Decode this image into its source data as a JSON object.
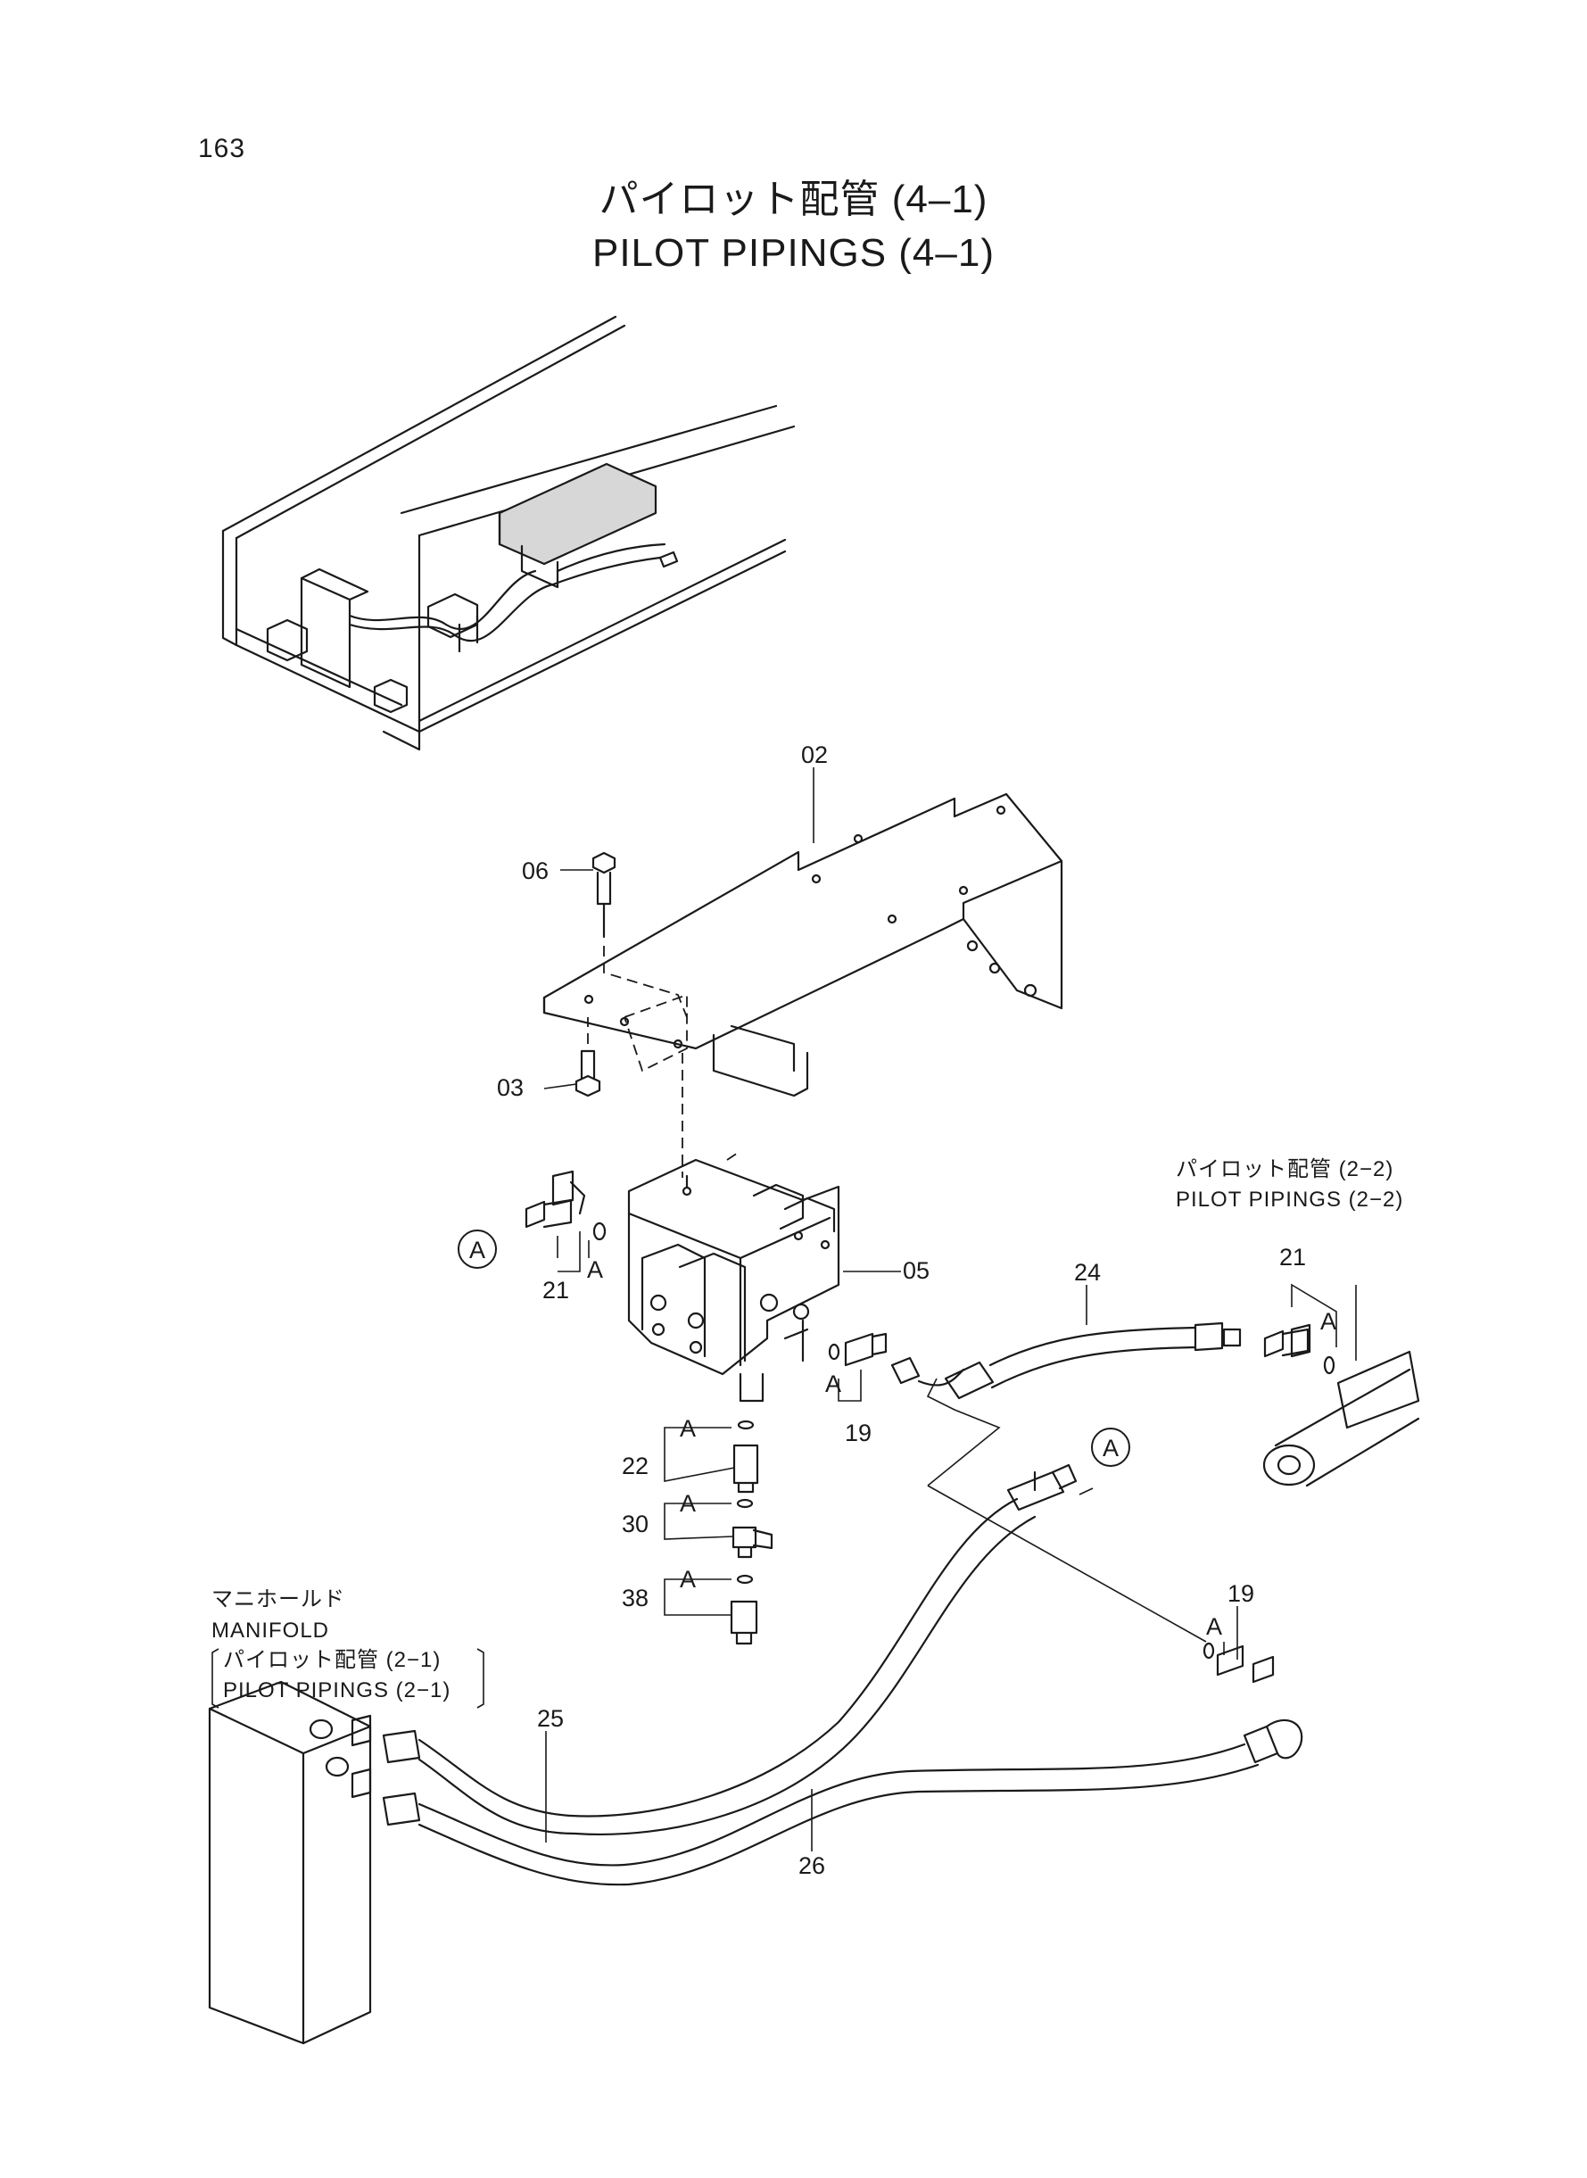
{
  "page_number": "163",
  "title_jp": "パイロット配管 (4–1)",
  "title_en": "PILOT PIPINGS (4–1)",
  "part_labels": {
    "p02": "02",
    "p06": "06",
    "p03": "03",
    "p05": "05",
    "p21a": "21",
    "p21b": "21",
    "p24": "24",
    "p19a": "19",
    "p19b": "19",
    "p22": "22",
    "p30": "30",
    "p38": "38",
    "p25": "25",
    "p26": "26"
  },
  "callout_a": "A",
  "ref_a": "A",
  "notes": {
    "pilot_22_jp": "パイロット配管 (2−2)",
    "pilot_22_en": "PILOT PIPINGS (2−2)",
    "manifold_jp": "マニホールド",
    "manifold_en": "MANIFOLD",
    "pilot_21_jp": "パイロット配管 (2−1)",
    "pilot_21_en": "PILOT PIPINGS (2−1)"
  }
}
